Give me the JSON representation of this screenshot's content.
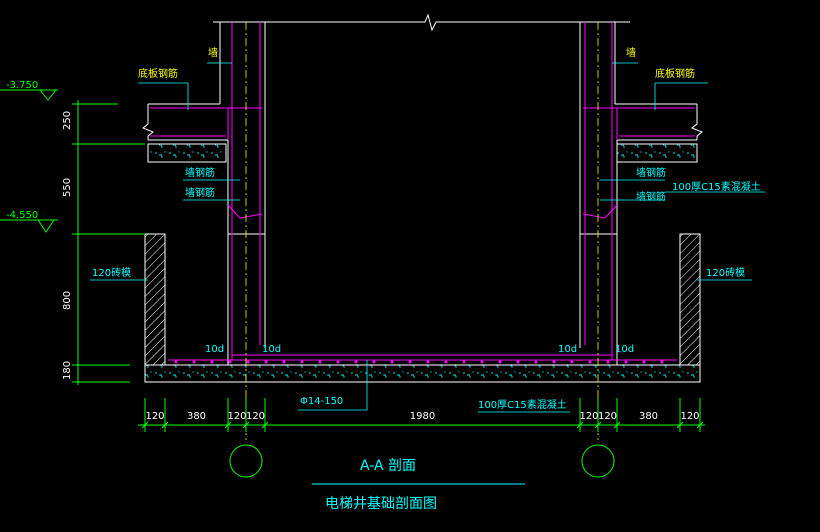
{
  "elevations": {
    "upper": "-3.750",
    "lower": "-4.550"
  },
  "vertical_dims": [
    "250",
    "550",
    "800",
    "180"
  ],
  "labels": {
    "wall_left": "墙",
    "wall_right": "墙",
    "slab_rebar_left": "底板钢筋",
    "slab_rebar_right": "底板钢筋",
    "wall_rebar_1_left": "墙钢筋",
    "wall_rebar_2_left": "墙钢筋",
    "wall_rebar_1_right": "墙钢筋",
    "wall_rebar_2_right": "墙钢筋",
    "brick_left": "120砖模",
    "brick_right": "120砖模",
    "cushion_upper": "100厚C15素混凝土",
    "cushion_lower": "100厚C15素混凝土",
    "anchor_1": "10d",
    "anchor_2": "10d",
    "anchor_3": "10d",
    "anchor_4": "10d",
    "rebar_spec": "Φ14-150"
  },
  "horizontal_dims": [
    "120",
    "380",
    "120",
    "120",
    "1980",
    "120",
    "120",
    "380",
    "120"
  ],
  "title": {
    "section": "A-A 剖面",
    "drawing_name": "电梯井基础剖面图"
  },
  "colors": {
    "background": "#000000",
    "wall": "#ffffff",
    "rebar": "#ff00ff",
    "dimension": "#00ff00",
    "label": "#00ffff",
    "title": "#00ffff",
    "concrete": "#00ffff",
    "hatch": "#ffffff"
  }
}
